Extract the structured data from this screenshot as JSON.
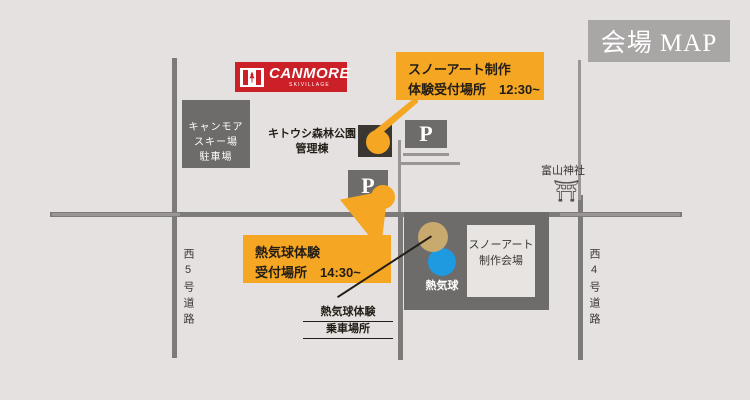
{
  "page": {
    "title_badge": "会場 MAP",
    "background_color": "#e5e1e0",
    "accent_color": "#f5a623",
    "brand_color": "#cb2027"
  },
  "logo": {
    "name": "CANMORE",
    "sub": "SKIVILLAGE"
  },
  "callouts": [
    {
      "id": "snow-art-reception",
      "line1": "スノーアート制作",
      "line2": "体験受付場所　12:30~"
    },
    {
      "id": "balloon-reception",
      "line1": "熱気球体験",
      "line2": "受付場所　14:30~"
    }
  ],
  "plots": {
    "ski_parking": {
      "line1": "キャンモア",
      "line2": "スキー場",
      "line3": "駐車場"
    },
    "admin_building": {
      "line1": "キトウシ森林公園",
      "line2": "管理棟"
    },
    "snow_art_venue": {
      "line1": "スノーアート",
      "line2": "制作会場"
    },
    "balloon": {
      "label": "熱気球"
    }
  },
  "parking": [
    {
      "id": "parking-north",
      "label": "P"
    },
    {
      "id": "parking-center",
      "label": "P"
    }
  ],
  "annotations": {
    "balloon_boarding": {
      "line1": "熱気球体験",
      "line2": "乗車場所"
    },
    "shrine": {
      "label": "富山神社",
      "symbol": "⛩"
    }
  },
  "roads": [
    {
      "id": "west-route-5",
      "label": "西5号道路"
    },
    {
      "id": "west-route-4",
      "label": "西4号道路"
    }
  ]
}
